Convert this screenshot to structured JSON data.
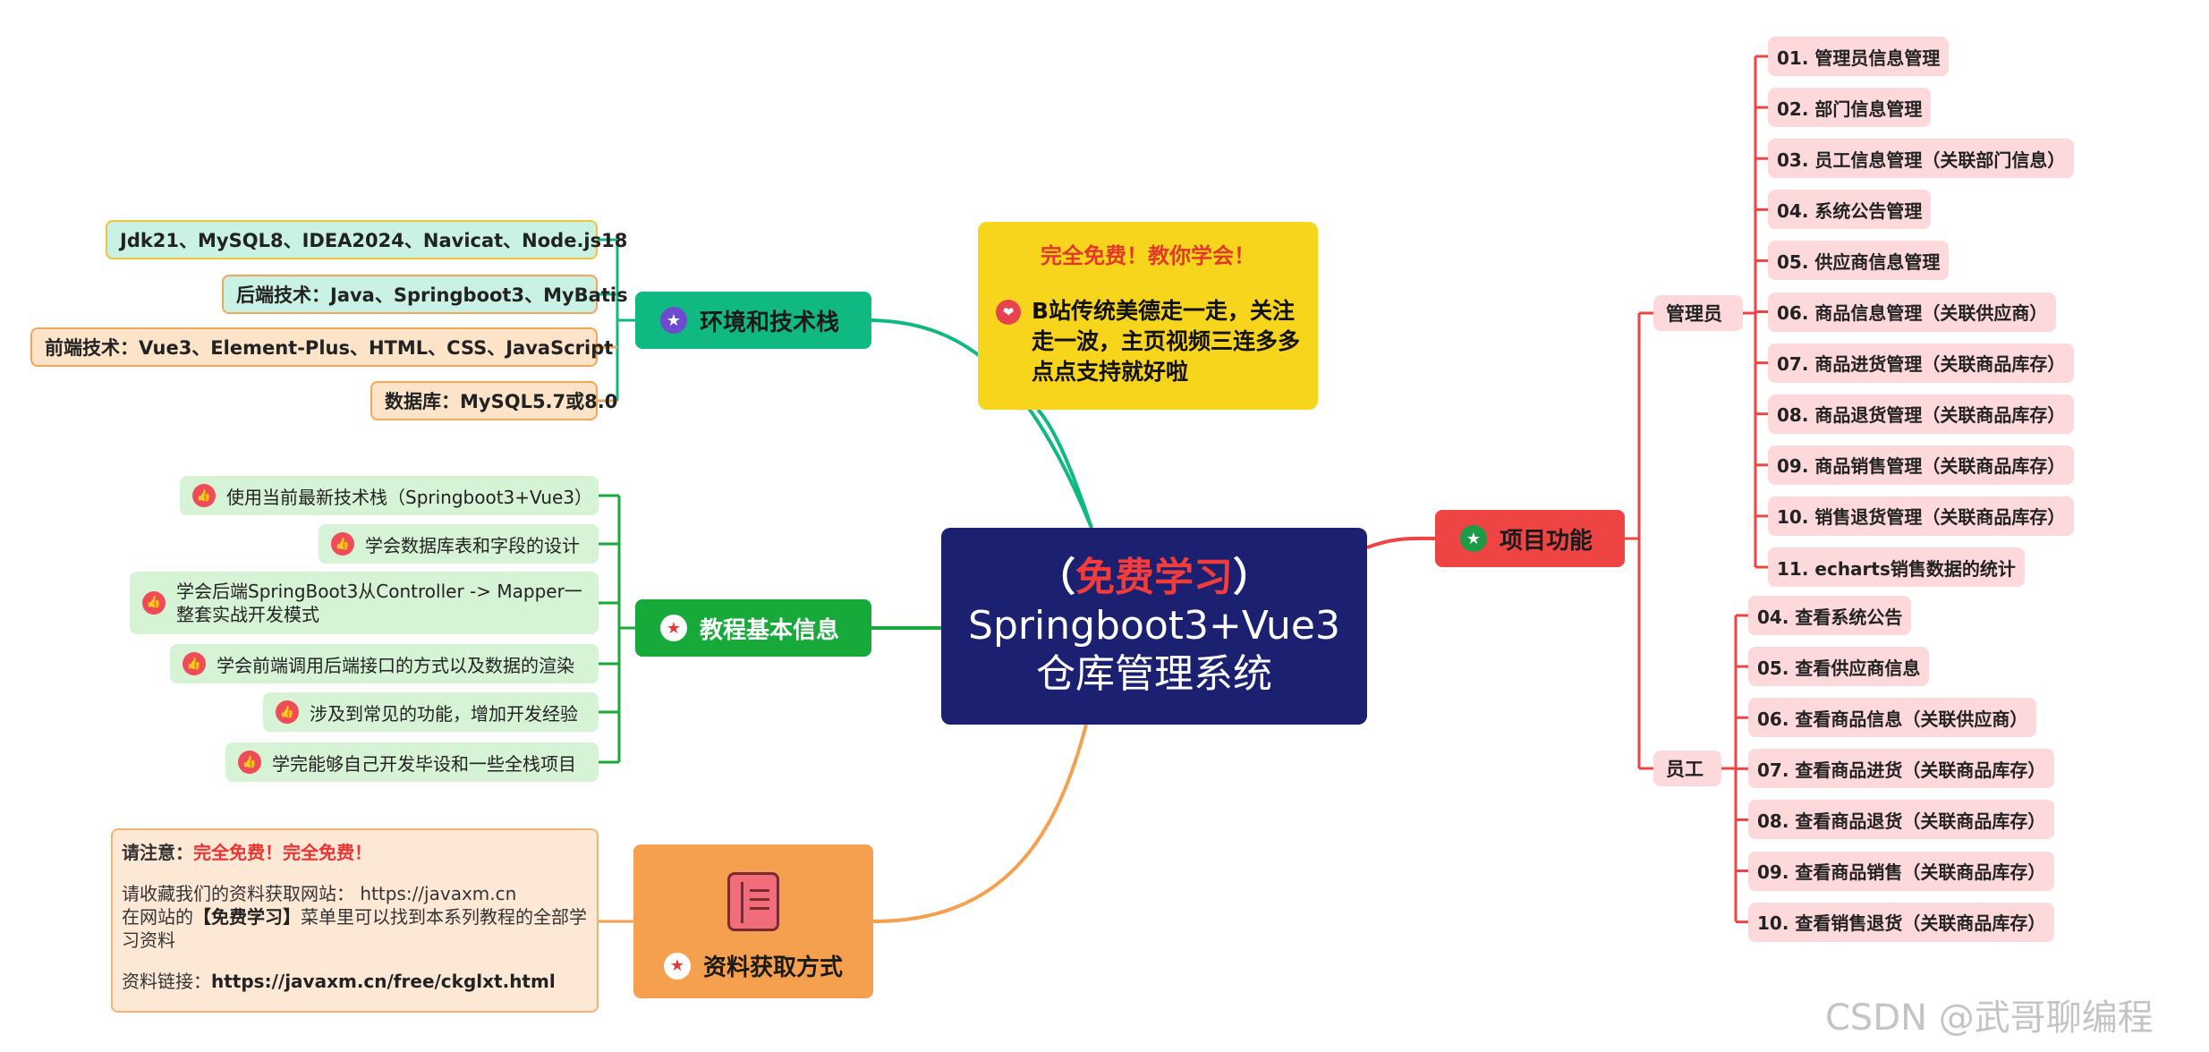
{
  "center": {
    "open": "（",
    "free": "免费学习",
    "close": "）",
    "line2": "Springboot3+Vue3",
    "line3": "仓库管理系统"
  },
  "note": {
    "headline": "完全免费！教你学会！",
    "body": "B站传统美德走一走，关注走一波，主页视频三连多多点点支持就好啦",
    "icon": "heart-icon"
  },
  "env": {
    "title": "环境和技术栈",
    "icon": "star-icon",
    "items": [
      "Jdk21、MySQL8、IDEA2024、Navicat、Node.js18",
      "后端技术：Java、Springboot3、MyBatis",
      "前端技术：Vue3、Element-Plus、HTML、CSS、JavaScript",
      "数据库：MySQL5.7或8.0"
    ]
  },
  "tutorial": {
    "title": "教程基本信息",
    "icon": "star-icon",
    "items": [
      "使用当前最新技术栈（Springboot3+Vue3）",
      "学会数据库表和字段的设计",
      "学会后端SpringBoot3从Controller -> Mapper一整套实战开发模式",
      "学会前端调用后端接口的方式以及数据的渲染",
      "涉及到常见的功能，增加开发经验",
      "学完能够自己开发毕设和一些全栈项目"
    ]
  },
  "resource": {
    "title": "资料获取方式",
    "icon": "notebook-icon",
    "warn_label": "请注意：",
    "warn_red": "完全免费！完全免费！",
    "site_line": "请收藏我们的资料获取网站： https://javaxm.cn",
    "menu_line_a": "在网站的",
    "menu_line_b": "【免费学习】",
    "menu_line_c": "菜单里可以找到本系列教程的全部学习资料",
    "link_label": "资料链接：",
    "link": "https://javaxm.cn/free/ckglxt.html"
  },
  "features": {
    "title": "项目功能",
    "admin": {
      "label": "管理员",
      "items": [
        "01. 管理员信息管理",
        "02. 部门信息管理",
        "03. 员工信息管理（关联部门信息）",
        "04. 系统公告管理",
        "05. 供应商信息管理",
        "06. 商品信息管理（关联供应商）",
        "07. 商品进货管理（关联商品库存）",
        "08. 商品退货管理（关联商品库存）",
        "09. 商品销售管理（关联商品库存）",
        "10. 销售退货管理（关联商品库存）",
        "11. echarts销售数据的统计"
      ]
    },
    "employee": {
      "label": "员工",
      "items": [
        "04. 查看系统公告",
        "05. 查看供应商信息",
        "06. 查看商品信息（关联供应商）",
        "07. 查看商品进货（关联商品库存）",
        "08. 查看商品退货（关联商品库存）",
        "09. 查看商品销售（关联商品库存）",
        "10. 查看销售退货（关联商品库存）"
      ]
    }
  },
  "watermark": "CSDN @武哥聊编程"
}
